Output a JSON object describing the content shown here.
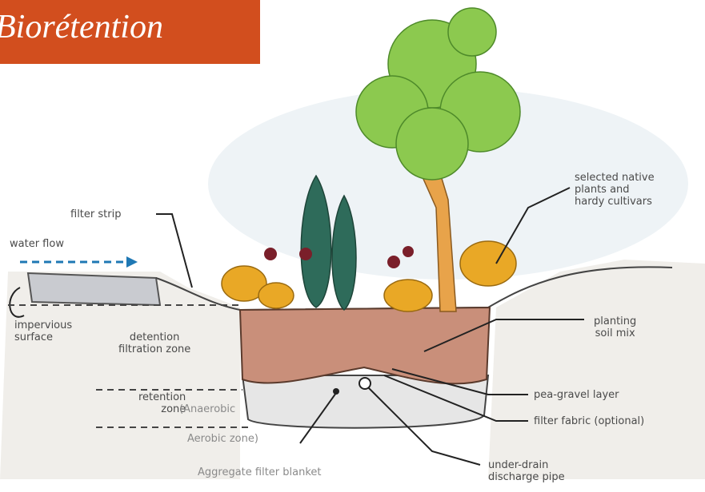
{
  "title": "Biorétention",
  "labels": {
    "filter_strip": "filter strip",
    "water_flow": "water flow",
    "impervious_surface": "impervious\nsurface",
    "detention_zone": "detention\nfiltration zone",
    "retention_zone": "retention\nzone",
    "anaerobic": "(Anaerobic",
    "aerobic": "Aerobic zone)",
    "aggregate": "Aggregate filter blanket",
    "native_plants": "selected native\nplants and\nhardy cultivars",
    "planting_soil": "planting\nsoil mix",
    "pea_gravel": "pea-gravel layer",
    "filter_fabric": "filter fabric (optional)",
    "under_drain": "under-drain\ndischarge pipe"
  },
  "colors": {
    "title_bg": "#d24e1e",
    "soil": "#c98f7a",
    "gravel": "#e6e6e6",
    "foliage": "#8cc94f",
    "shrub": "#e9a826",
    "water_arrow": "#1f78b4"
  }
}
